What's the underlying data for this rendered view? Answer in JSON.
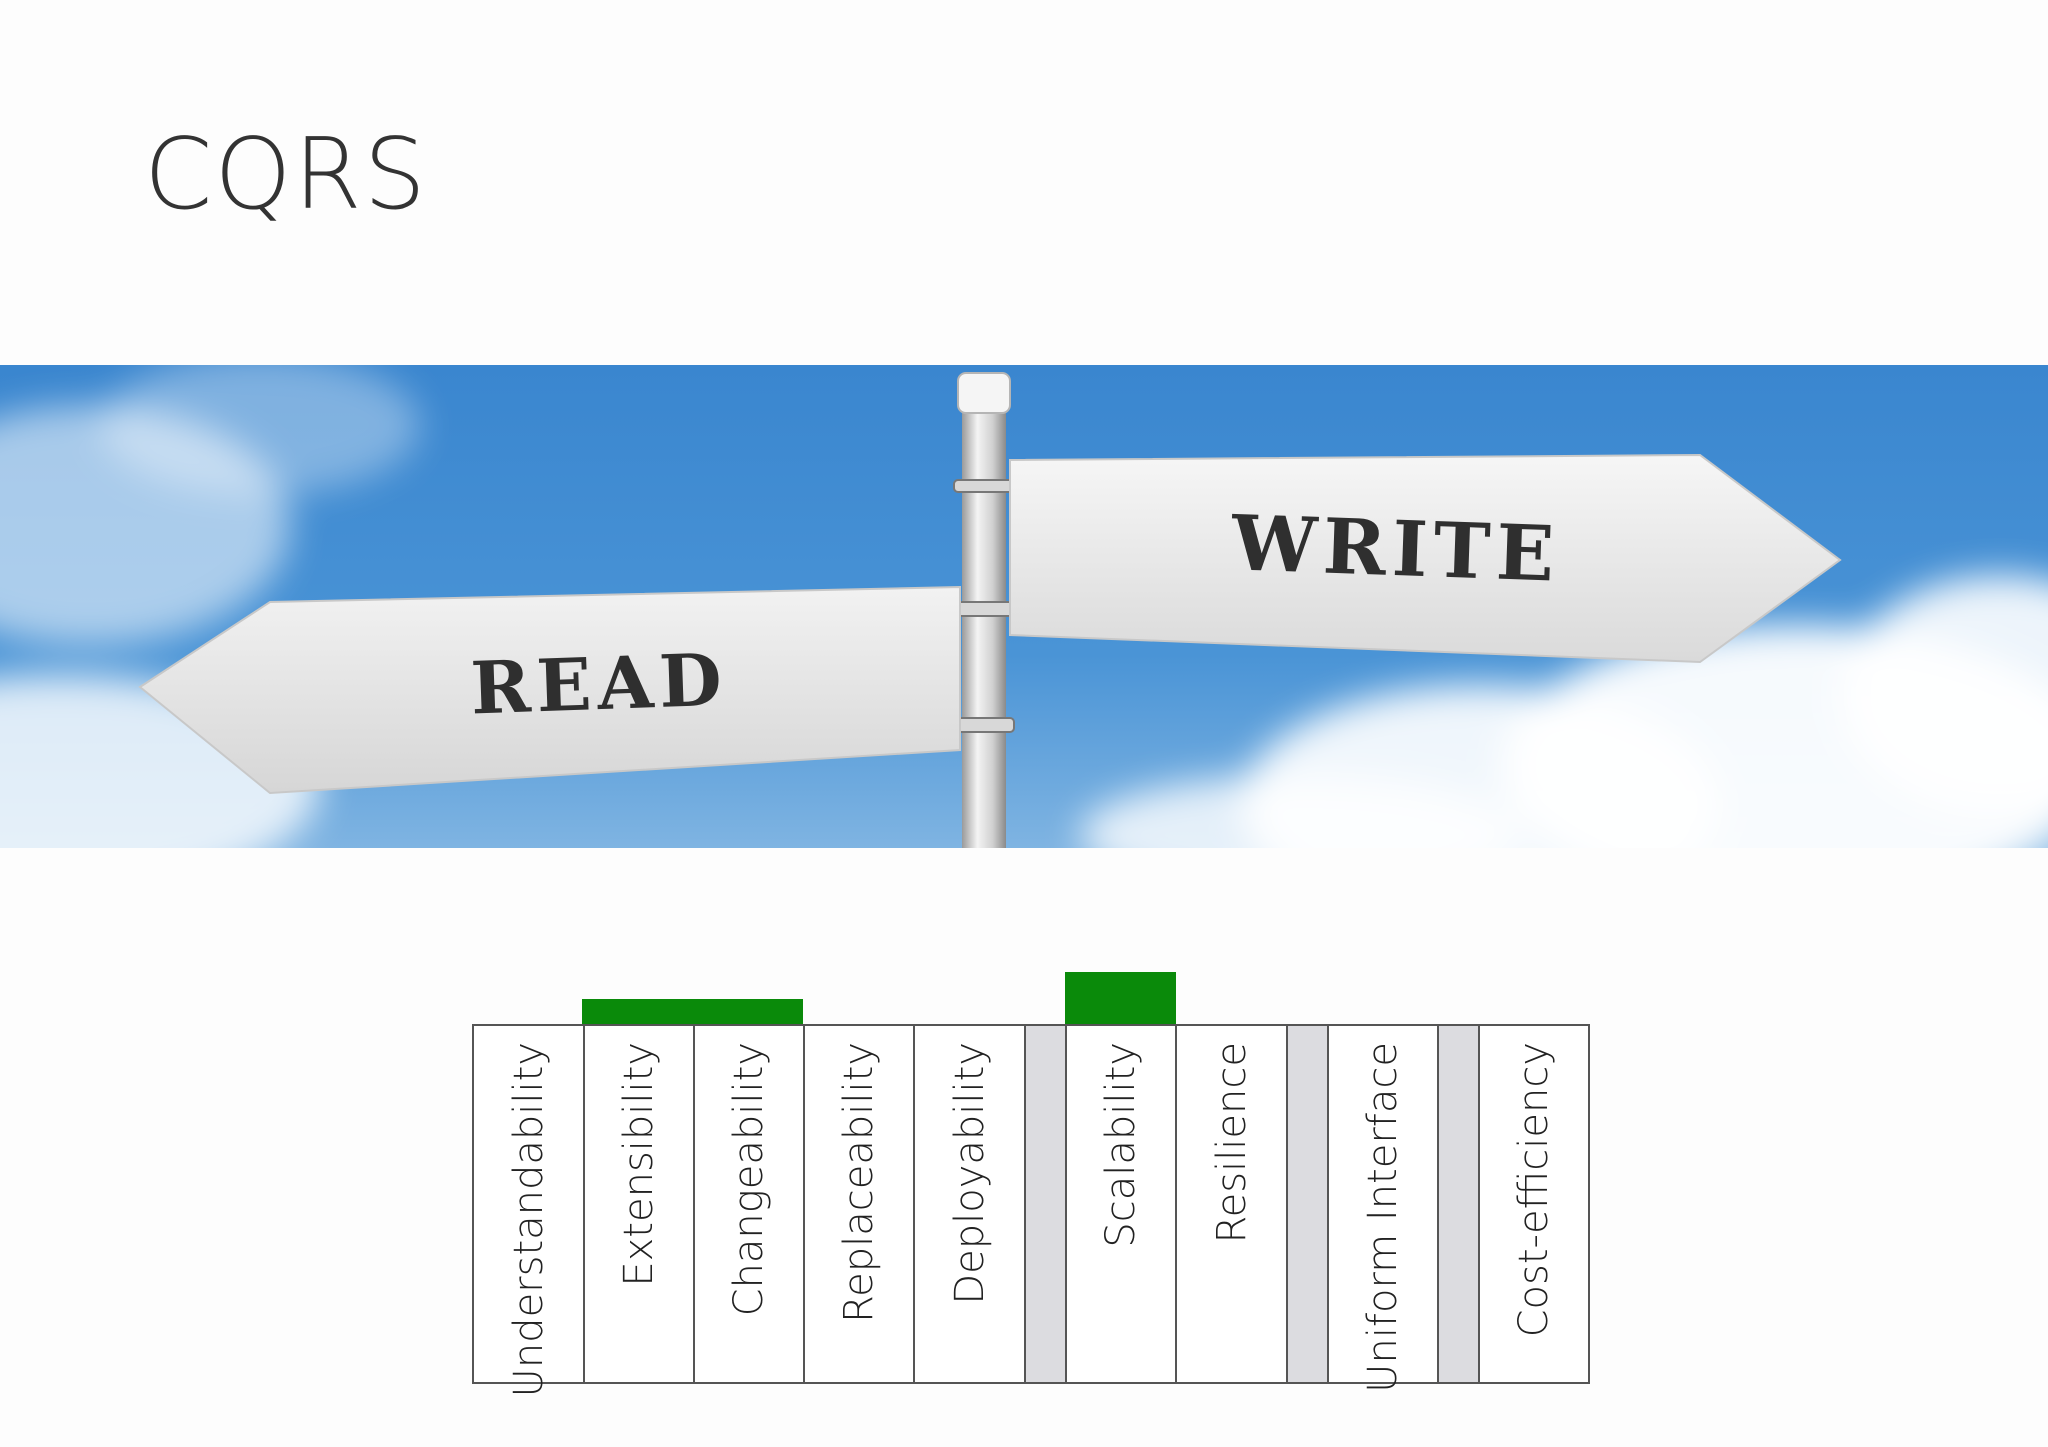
{
  "title": "CQRS",
  "banner": {
    "left_sign": "READ",
    "right_sign": "WRITE"
  },
  "qualities": [
    {
      "label": "Understandability",
      "highlighted": false
    },
    {
      "label": "Extensibility",
      "highlighted": true
    },
    {
      "label": "Changeability",
      "highlighted": true
    },
    {
      "label": "Replaceability",
      "highlighted": false
    },
    {
      "label": "Deployability",
      "highlighted": false
    },
    {
      "label": "Scalability",
      "highlighted": true
    },
    {
      "label": "Resilience",
      "highlighted": false
    },
    {
      "label": "Uniform Interface",
      "highlighted": false
    },
    {
      "label": "Cost-efficiency",
      "highlighted": false
    }
  ],
  "colors": {
    "highlight": "#0a8a0a",
    "spacer": "#dcdce0",
    "sky": "#2f7fc9"
  }
}
